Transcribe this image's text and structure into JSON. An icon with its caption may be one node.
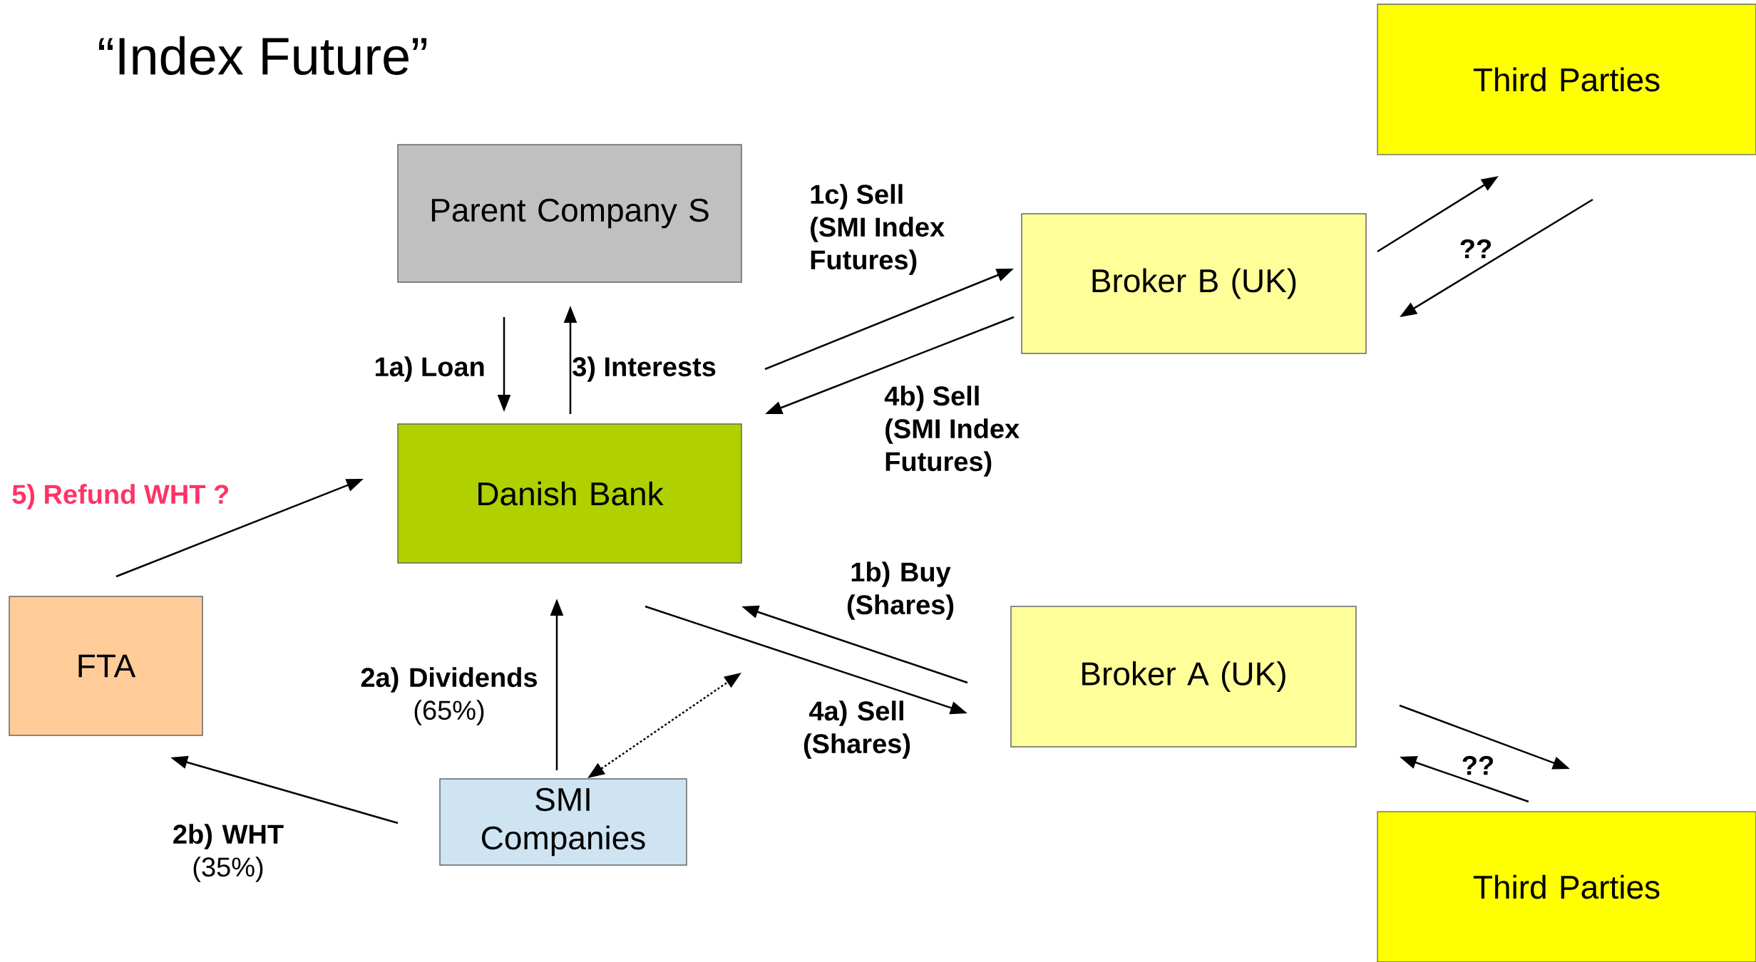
{
  "diagram": {
    "title": "“Index Future”",
    "nodes": [
      {
        "text": [
          "Parent Company S"
        ]
      },
      {
        "text": [
          "Third Parties"
        ]
      },
      {
        "text": [
          "Broker B (UK)"
        ]
      },
      {
        "text": [
          "Danish Bank"
        ]
      },
      {
        "text": [
          "FTA"
        ]
      },
      {
        "text": [
          "Broker A (UK)"
        ]
      },
      {
        "text": [
          "SMI Companies"
        ]
      },
      {
        "text": [
          "Third Parties"
        ]
      }
    ],
    "edges": [
      {
        "from": 0,
        "to": 3,
        "arrow": "to",
        "label": "1a) Loan"
      },
      {
        "from": 3,
        "to": 0,
        "arrow": "to",
        "label": "3) Interests"
      },
      {
        "from": 3,
        "to": 2,
        "arrow": "to",
        "label": "1c) Sell (SMI Index Futures)"
      },
      {
        "from": 2,
        "to": 3,
        "arrow": "to",
        "label": "4b) Sell (SMI Index Futures)"
      },
      {
        "from": 2,
        "to": 1,
        "arrow": "to"
      },
      {
        "from": 1,
        "to": 2,
        "arrow": "to",
        "label": "??"
      },
      {
        "from": 5,
        "to": 3,
        "arrow": "to",
        "label": "1b) Buy (Shares)"
      },
      {
        "from": 3,
        "to": 5,
        "arrow": "to",
        "label": "4a) Sell (Shares)"
      },
      {
        "from": 5,
        "to": 7,
        "arrow": "to"
      },
      {
        "from": 7,
        "to": 5,
        "arrow": "to",
        "label": "??"
      },
      {
        "from": 6,
        "to": null,
        "arrow": "both",
        "style": "dashed"
      },
      {
        "from": 6,
        "to": 3,
        "arrow": "to",
        "label": "**2a) Dividends** (65%)"
      },
      {
        "from": 6,
        "to": 4,
        "arrow": "to",
        "label": "**2b) WHT** (35%)"
      },
      {
        "from": 4,
        "to": 3,
        "arrow": "to",
        "label": "5) Refund WHT ?"
      }
    ]
  }
}
